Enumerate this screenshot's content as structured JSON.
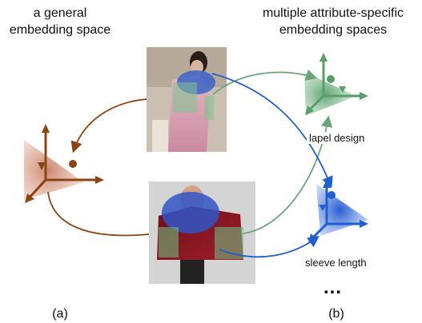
{
  "left_title_line1": "a general",
  "left_title_line2": "embedding space",
  "right_title_line1": "multiple attribute-specific",
  "right_title_line2": "embedding spaces",
  "attr_label_1": "lapel design",
  "attr_label_2": "sleeve length",
  "more_indicator": "...",
  "panel_a": "(a)",
  "panel_b": "(b)",
  "colors": {
    "general_space": "#8B4513",
    "space_lapel": "#5a9c6a",
    "space_sleeve": "#1f5fcf"
  }
}
